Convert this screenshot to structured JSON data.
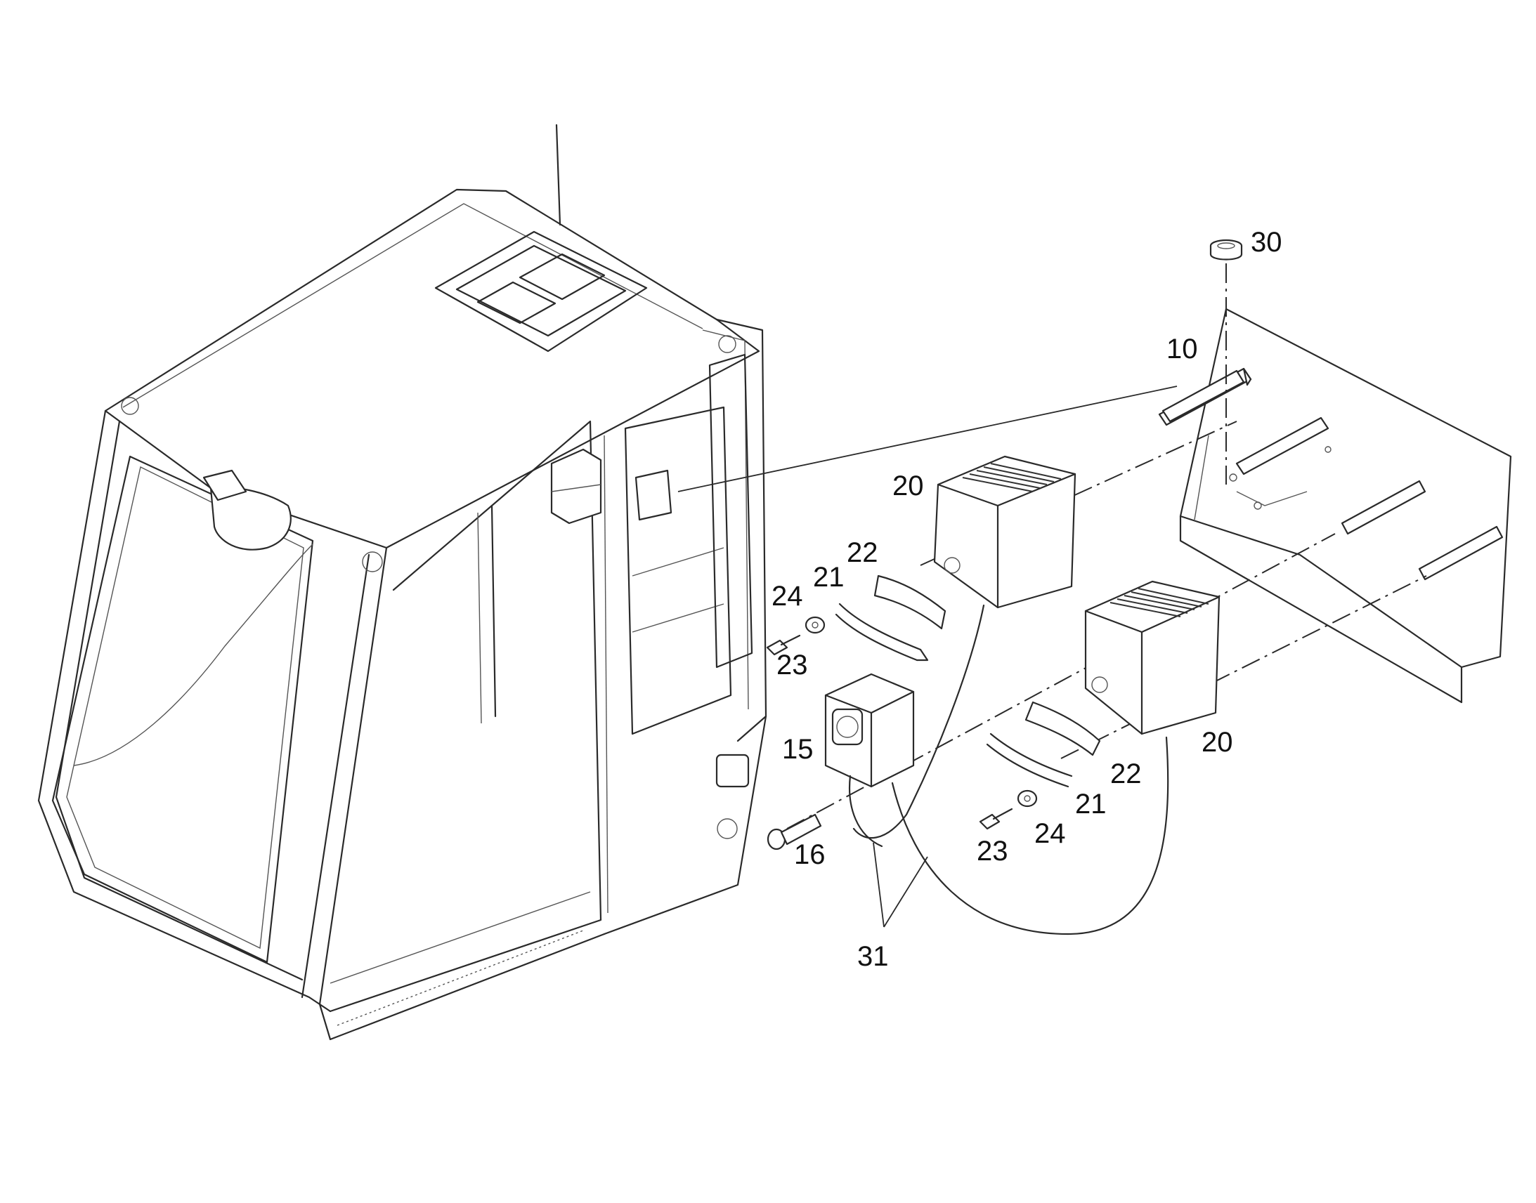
{
  "callouts": {
    "p30": "30",
    "p10": "10",
    "p20a": "20",
    "p22a": "22",
    "p21a": "21",
    "p24a": "24",
    "p23a": "23",
    "p15": "15",
    "p16": "16",
    "p20b": "20",
    "p22b": "22",
    "p21b": "21",
    "p24b": "24",
    "p23b": "23",
    "p31": "31"
  },
  "colors": {
    "line": "#2a2a2a",
    "background": "#ffffff"
  }
}
